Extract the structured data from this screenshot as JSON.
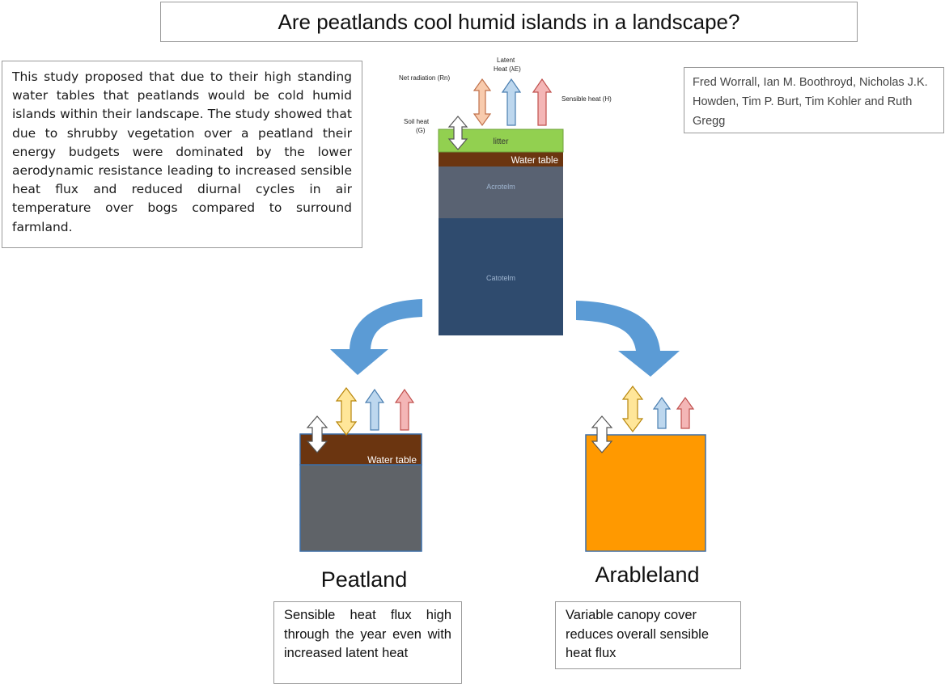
{
  "title": "Are peatlands cool humid islands in a landscape?",
  "summary": "This study proposed that due to their high standing water tables that peatlands would be cold humid islands within their landscape. The study showed that due to shrubby vegetation over a peatland their energy budgets were dominated by the lower aerodynamic resistance leading to increased sensible heat flux and reduced diurnal cycles in air temperature over bogs compared to surround farmland.",
  "authors": "Fred Worrall, Ian M. Boothroyd, Nicholas J.K. Howden, Tim P. Burt, Tim Kohler and Ruth Gregg",
  "profile": {
    "labels": {
      "net_radiation": "Net radiation (Rn)",
      "latent_heat_line1": "Latent",
      "latent_heat_line2": "Heat (λE)",
      "sensible_heat": "Sensible heat (H)",
      "soil_heat_line1": "Soil heat",
      "soil_heat_line2": "(G)"
    },
    "layers": {
      "litter": "litter",
      "water_table": "Water table",
      "acrotelm": "Acrotelm",
      "catotelm": "Catotelm"
    }
  },
  "peatland": {
    "caption": "Peatland",
    "water_table": "Water table",
    "description": "Sensible heat flux high through the year even with increased latent heat"
  },
  "arableland": {
    "caption": "Arableland",
    "description": "Variable canopy cover reduces overall sensible heat flux"
  },
  "colors": {
    "blue_arrow": "#5b9bd5",
    "litter": "#92d050",
    "water_table": "#6b3510",
    "acrotelm": "#596272",
    "catotelm": "#2f4b6e",
    "peat_body": "#5f6368",
    "arable_body": "#ff9900",
    "net_radiation_arrow": "#f8cbad",
    "latent_heat_arrow": "#bdd7ee",
    "sensible_heat_arrow": "#f4b6b6",
    "soil_heat_arrow": "#ffffff",
    "yellow_arrow": "#ffe699"
  }
}
